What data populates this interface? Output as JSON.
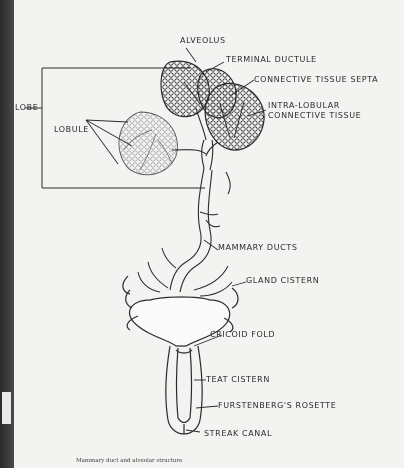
{
  "labels": {
    "alveolus": "ALVEOLUS",
    "terminal_ductule": "TERMINAL DUCTULE",
    "connective_septa": "CONNECTIVE TISSUE SEPTA",
    "intra_lobular_1": "INTRA-LOBULAR",
    "intra_lobular_2": "CONNECTIVE TISSUE",
    "lobe": "LOBE",
    "lobule": "LOBULE",
    "mammary_ducts": "MAMMARY DUCTS",
    "gland_cistern": "GLAND CISTERN",
    "cricoid_fold": "CRICOID FOLD",
    "teat_cistern": "TEAT CISTERN",
    "furstenbergs_rosette": "FURSTENBERG'S ROSETTE",
    "streak_canal": "STREAK CANAL"
  },
  "caption": "Mammary duct and alveolar structure"
}
